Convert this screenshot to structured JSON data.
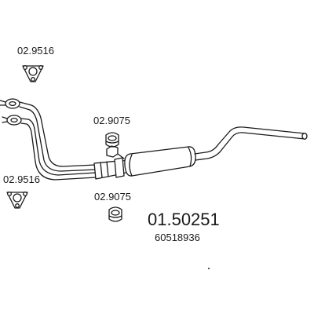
{
  "diagram": {
    "parts": [
      {
        "id": "gasket_top",
        "ref": "02.9516",
        "icon": "triangular-flange-gasket-icon"
      },
      {
        "id": "clamp_top",
        "ref": "02.9075",
        "icon": "pipe-clamp-icon"
      },
      {
        "id": "gasket_bottom",
        "ref": "02.9516",
        "icon": "triangular-flange-gasket-icon"
      },
      {
        "id": "clamp_bottom",
        "ref": "02.9075",
        "icon": "pipe-clamp-icon"
      }
    ],
    "main_part": {
      "number": "01.50251",
      "oe_number": "60518936",
      "icon": "exhaust-pipe-assembly-icon"
    },
    "colors": {
      "line": "#1a1a1a",
      "background": "#ffffff"
    }
  }
}
